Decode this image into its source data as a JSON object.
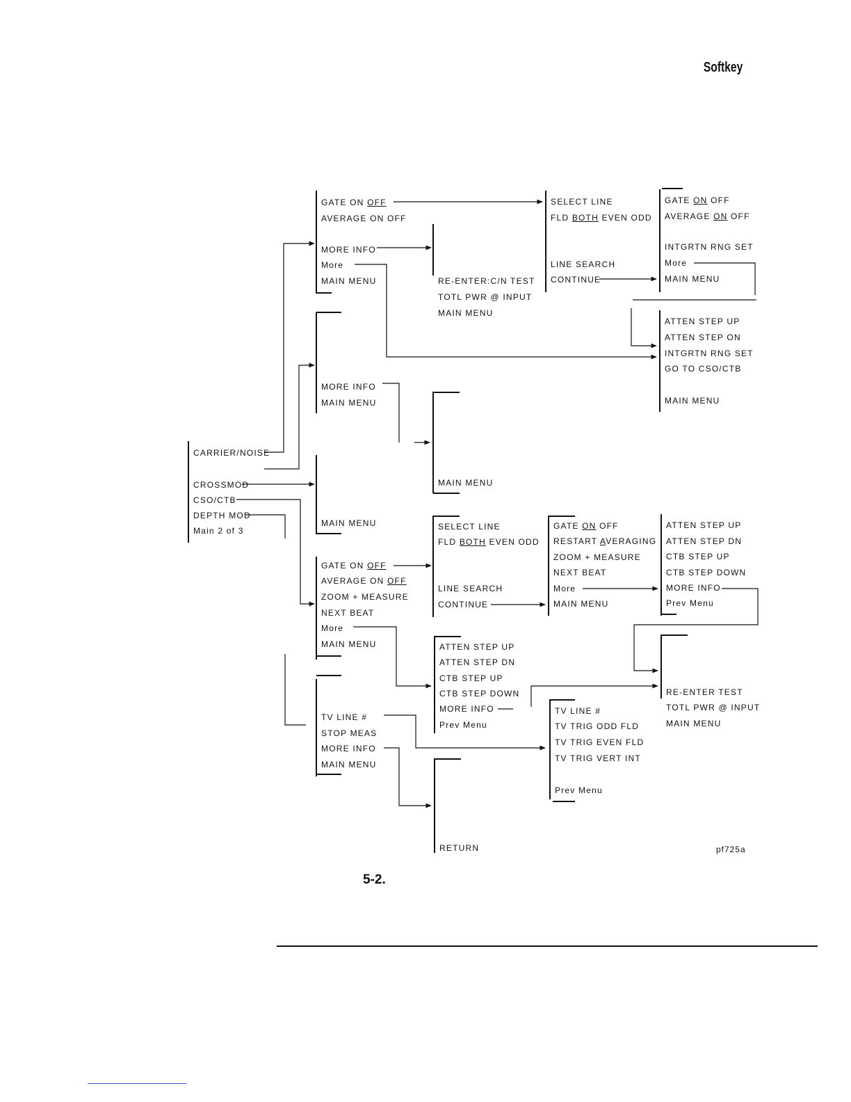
{
  "header": "Softkey",
  "figure_label": "5-2.",
  "figure_number": "pf725a",
  "menus": {
    "main": {
      "carrier_noise": "CARRIER/NOISE",
      "crossmod": "CROSSMOD",
      "cso_ctb": "CSO/CTB",
      "depth_mod": "DEPTH MOD",
      "main_2_of_3": "Main 2 of 3"
    },
    "cn": {
      "gate_a": "GATE ON ",
      "gate_b": "OFF",
      "average": "AVERAGE ON OFF",
      "more_info": "MORE INFO",
      "more": "More",
      "main_menu": "MAIN MENU"
    },
    "cn_info": {
      "reenter": "RE-ENTER:C/N TEST",
      "totl": "TOTL PWR @ INPUT",
      "main_menu": "MAIN MENU"
    },
    "cn_select": {
      "select_line": "SELECT LINE",
      "fld_a": "FLD ",
      "fld_b": "BOTH",
      "fld_c": " EVEN ODD",
      "line_search": "LINE SEARCH",
      "continue": "CONTINUE"
    },
    "cn_gated": {
      "gate_a": "GATE ",
      "gate_b": "ON",
      "gate_c": " OFF",
      "avg_a": "AVERAGE ",
      "avg_b": "ON",
      "avg_c": " OFF",
      "intgrtn": "INTGRTN RNG SET",
      "more": "More",
      "main_menu": "MAIN MENU"
    },
    "cn_atten": {
      "atten_up": "ATTEN STEP UP",
      "atten_on": "ATTEN STEP ON",
      "intgrtn": "INTGRTN RNG SET",
      "goto": "GO TO CSO/CTB",
      "main_menu": "MAIN MENU"
    },
    "xmod": {
      "more_info": "MORE INFO",
      "main_menu": "MAIN MENU"
    },
    "xmod_info": {
      "main_menu": "MAIN MENU"
    },
    "depth": {
      "main_menu": "MAIN MENU"
    },
    "cso": {
      "gate_a": "GATE ON ",
      "gate_b": "OFF",
      "avg_a": "AVERAGE ON ",
      "avg_b": "OFF",
      "zoom": "ZOOM + MEASURE",
      "next_beat": "NEXT BEAT",
      "more": "More",
      "main_menu": "MAIN MENU"
    },
    "cso_select": {
      "select_line": "SELECT LINE",
      "fld_a": "FLD ",
      "fld_b": "BOTH",
      "fld_c": " EVEN ODD",
      "line_search": "LINE SEARCH",
      "continue": "CONTINUE"
    },
    "cso_gated": {
      "gate_a": "GATE ",
      "gate_b": "ON",
      "gate_c": " OFF",
      "restart_a": "RESTART ",
      "restart_b": "A",
      "restart_c": "VERAGING",
      "zoom": "ZOOM + MEASURE",
      "next_beat": "NEXT BEAT",
      "more": "More",
      "main_menu": "MAIN MENU"
    },
    "cso_atten2": {
      "atten_up": "ATTEN STEP UP",
      "atten_dn": "ATTEN STEP DN",
      "ctb_up": "CTB STEP UP",
      "ctb_down": "CTB STEP DOWN",
      "more_info": "MORE INFO",
      "prev": "Prev Menu"
    },
    "cso_more": {
      "atten_up": "ATTEN STEP UP",
      "atten_dn": "ATTEN STEP DN",
      "ctb_up": "CTB STEP UP",
      "ctb_down": "CTB STEP DOWN",
      "more_info": "MORE INFO",
      "prev": "Prev Menu"
    },
    "cso_reenter": {
      "reenter": "RE-ENTER TEST",
      "totl": "TOTL PWR @ INPUT",
      "main_menu": "MAIN MENU"
    },
    "tv": {
      "tv_line": "TV LINE #",
      "stop": "STOP MEAS",
      "more_info": "MORE INFO",
      "main_menu": "MAIN MENU"
    },
    "tv_trig": {
      "tv_line": "TV LINE #",
      "odd": "TV TRIG ODD FLD",
      "even": "TV TRIG EVEN FLD",
      "vert": "TV TRIG VERT INT",
      "prev": "Prev Menu"
    },
    "ret": {
      "return": "RETURN"
    }
  }
}
